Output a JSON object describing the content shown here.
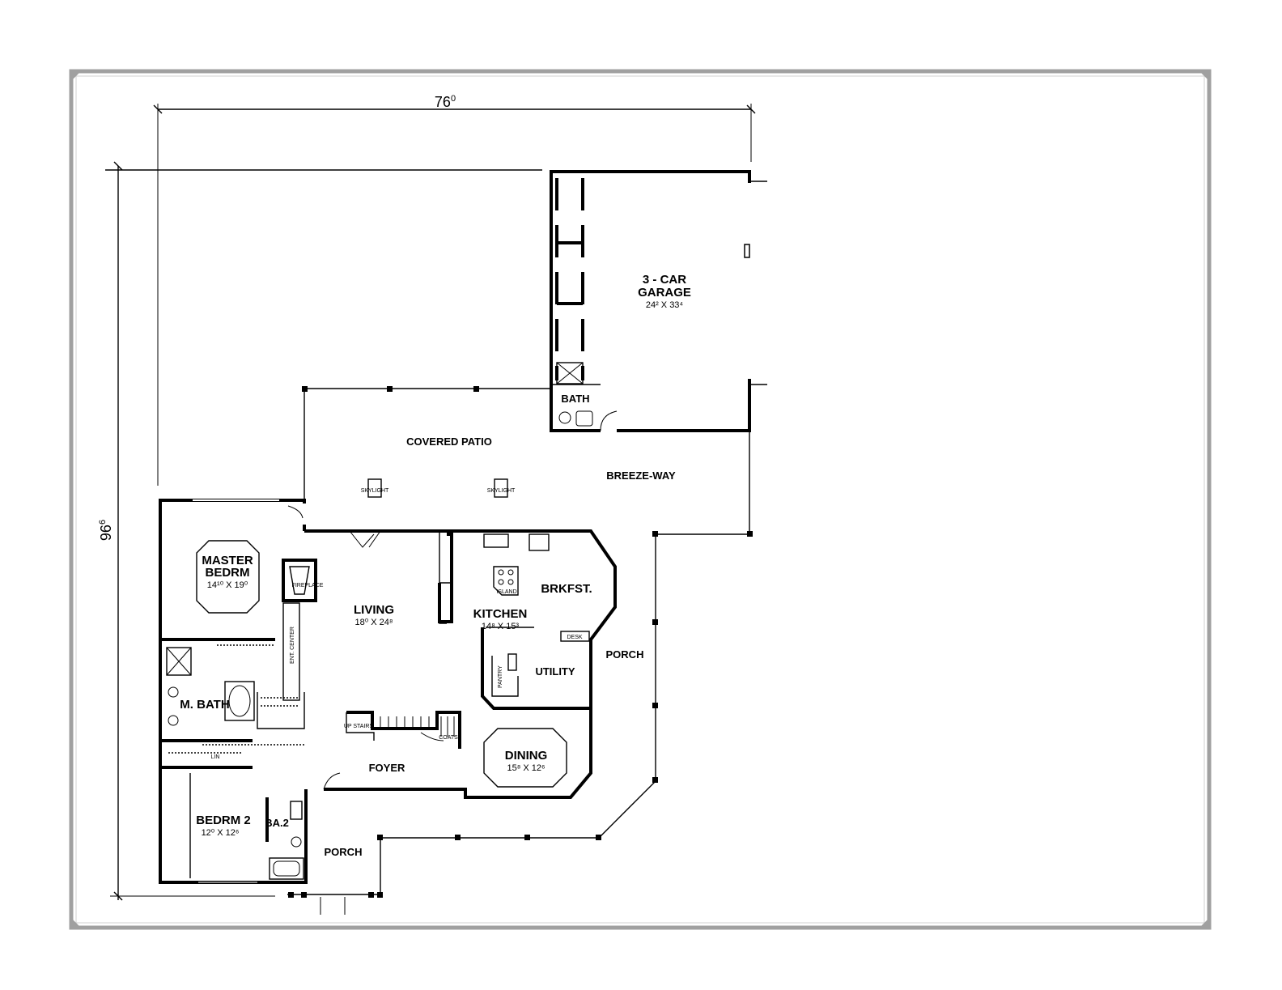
{
  "dimensions": {
    "width": "76",
    "width_sup": "0",
    "depth": "96",
    "depth_sup": "6"
  },
  "rooms": {
    "garage": {
      "name_line1": "3 - CAR",
      "name_line2": "GARAGE",
      "size": "24² X 33⁴"
    },
    "garage_bath": {
      "name": "BATH"
    },
    "covered_patio": {
      "name": "COVERED PATIO"
    },
    "breezeway": {
      "name": "BREEZE-WAY"
    },
    "skylight_1": {
      "name": "SKYLIGHT"
    },
    "skylight_2": {
      "name": "SKYLIGHT"
    },
    "master_bedroom": {
      "name_line1": "MASTER",
      "name_line2": "BEDRM",
      "size": "14¹⁰ X 19⁰"
    },
    "fireplace": {
      "name": "FIREPLACE"
    },
    "living": {
      "name": "LIVING",
      "size": "18⁰ X 24⁸"
    },
    "ent_center": {
      "name": "ENT. CENTER"
    },
    "kitchen": {
      "name": "KITCHEN",
      "size": "14⁸ X 15³"
    },
    "island": {
      "name": "ISLAND"
    },
    "breakfast": {
      "name": "BRKFST."
    },
    "desk": {
      "name": "DESK"
    },
    "utility": {
      "name": "UTILITY"
    },
    "pantry": {
      "name": "PANTRY"
    },
    "porch_side": {
      "name": "PORCH"
    },
    "master_bath": {
      "name": "M. BATH"
    },
    "linen": {
      "name": "LIN"
    },
    "up_stairs": {
      "name": "UP STAIRS"
    },
    "coats": {
      "name": "COATS"
    },
    "dining": {
      "name": "DINING",
      "size": "15⁸ X 12⁶"
    },
    "foyer": {
      "name": "FOYER"
    },
    "bedroom_2": {
      "name": "BEDRM 2",
      "size": "12⁰ X 12⁶"
    },
    "bath_2": {
      "name": "BA.2"
    },
    "porch_front": {
      "name": "PORCH"
    }
  }
}
